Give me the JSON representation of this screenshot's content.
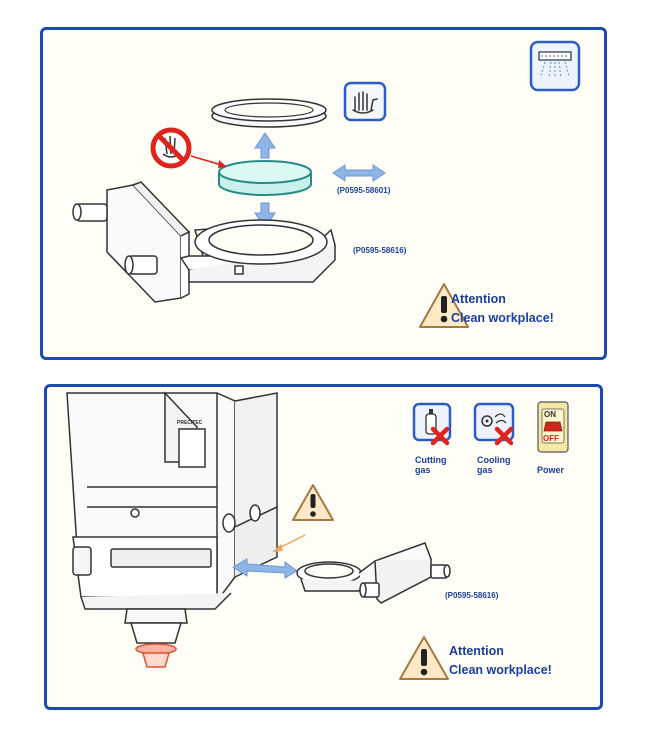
{
  "panel_top": {
    "part_numbers": [
      "(P0595-58601)",
      "(P0595-58616)"
    ],
    "attention": {
      "title": "Attention",
      "text": "Clean workplace!"
    },
    "icons": [
      "gas-spray-icon",
      "glove-hand-icon",
      "no-touch-prohibition-icon",
      "warning-triangle-icon"
    ]
  },
  "panel_bottom": {
    "head_label": "PRECITEC",
    "part_number": "(P0595-58616)",
    "status_icons": [
      {
        "label_line1": "Cutting",
        "label_line2": "gas"
      },
      {
        "label_line1": "Cooling",
        "label_line2": "gas"
      },
      {
        "label_line1": "Power",
        "label_line2": ""
      }
    ],
    "switch": {
      "on": "ON",
      "off": "OFF"
    },
    "attention": {
      "title": "Attention",
      "text": "Clean workplace!"
    }
  },
  "colors": {
    "frame": "#1b4ab3",
    "arrow_blue": "#8fb4e6",
    "arrow_orange": "#f3a35c",
    "prohibit_red": "#e0231c",
    "lens_teal": "#2a8a86",
    "warning_fill": "#fde9c5"
  }
}
